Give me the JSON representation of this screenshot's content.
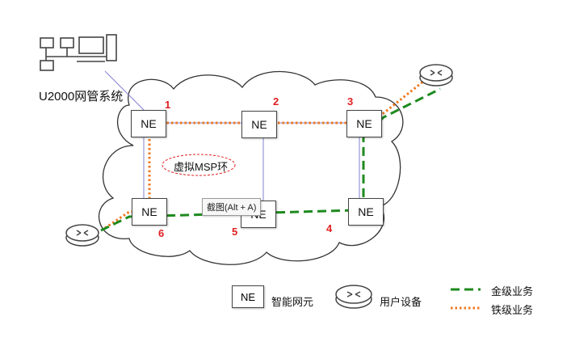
{
  "nms": {
    "label": "U2000网管系统"
  },
  "ne_text": "NE",
  "nodes": [
    {
      "number": "1"
    },
    {
      "number": "2"
    },
    {
      "number": "3"
    },
    {
      "number": "4"
    },
    {
      "number": "5"
    },
    {
      "number": "6"
    }
  ],
  "ring_label": "虚拟MSP环",
  "tooltip": "截图(Alt + A)",
  "legend": {
    "ne_label": "智能网元",
    "router_label": "用户设备",
    "gold_label": "金级业务",
    "iron_label": "铁级业务"
  },
  "colors": {
    "gold_service": "#1e8a1e",
    "iron_service": "#f07820",
    "link": "#8080d0",
    "number": "#e02020"
  }
}
